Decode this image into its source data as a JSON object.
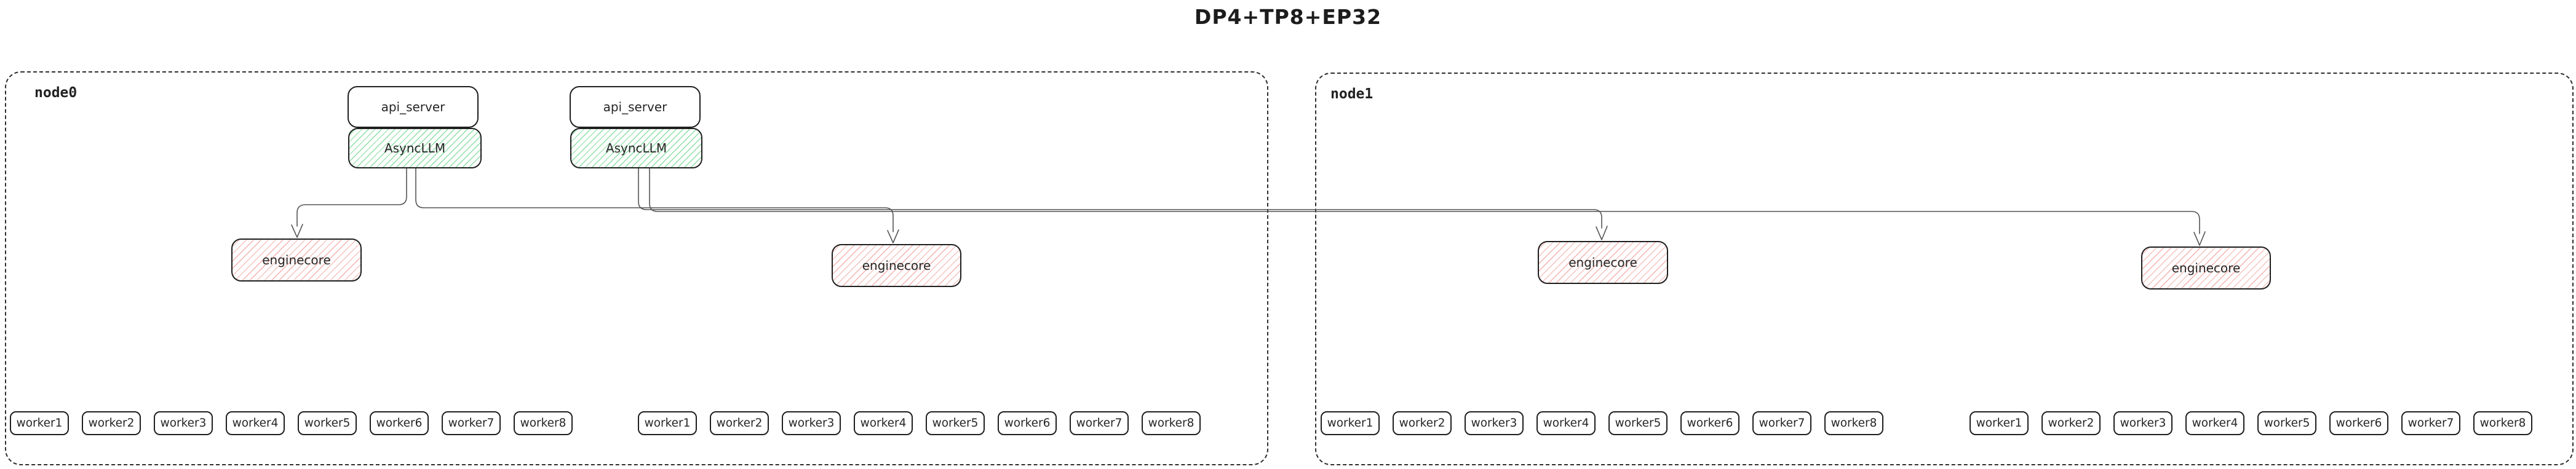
{
  "title": "DP4+TP8+EP32",
  "colors": {
    "green_hatch": "#8fdda6",
    "red_hatch": "#f2b4b0",
    "wire": "#555555",
    "border": "#1f1f1f"
  },
  "nodes": [
    {
      "label": "node0",
      "api_stacks": [
        {
          "api": "api_server",
          "llm": "AsyncLLM"
        },
        {
          "api": "api_server",
          "llm": "AsyncLLM"
        }
      ],
      "enginecores": [
        "enginecore",
        "enginecore"
      ],
      "worker_rows": [
        [
          "worker1",
          "worker2",
          "worker3",
          "worker4",
          "worker5",
          "worker6",
          "worker7",
          "worker8"
        ],
        [
          "worker1",
          "worker2",
          "worker3",
          "worker4",
          "worker5",
          "worker6",
          "worker7",
          "worker8"
        ]
      ]
    },
    {
      "label": "node1",
      "api_stacks": [],
      "enginecores": [
        "enginecore",
        "enginecore"
      ],
      "worker_rows": [
        [
          "worker1",
          "worker2",
          "worker3",
          "worker4",
          "worker5",
          "worker6",
          "worker7",
          "worker8"
        ],
        [
          "worker1",
          "worker2",
          "worker3",
          "worker4",
          "worker5",
          "worker6",
          "worker7",
          "worker8"
        ]
      ]
    }
  ]
}
